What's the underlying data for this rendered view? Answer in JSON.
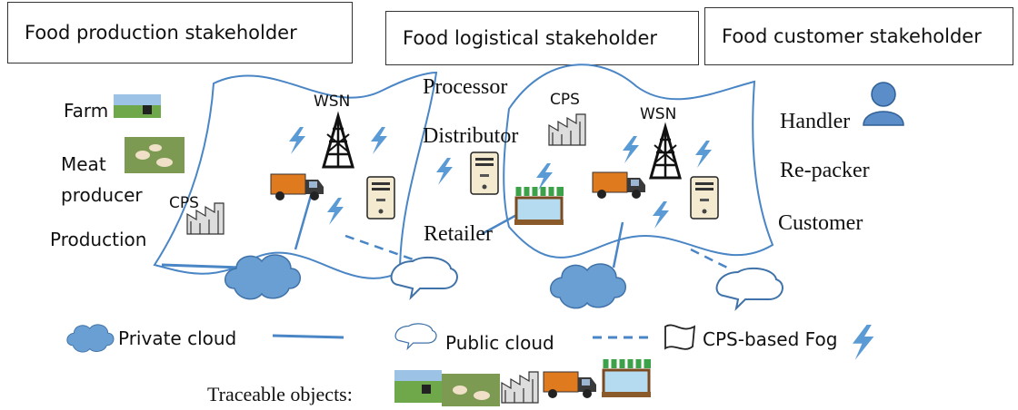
{
  "headers": {
    "production": "Food production stakeholder",
    "logistical": "Food logistical stakeholder",
    "customer": "Food customer stakeholder"
  },
  "left": {
    "farm": "Farm",
    "meat": "Meat",
    "producer": "producer",
    "cps": "CPS",
    "production": "Production",
    "wsn": "WSN"
  },
  "middle": {
    "processor": "Processor",
    "distributor": "Distributor",
    "retailer": "Retailer",
    "cps": "CPS",
    "wsn": "WSN"
  },
  "right": {
    "handler": "Handler",
    "repacker": "Re-packer",
    "customer": "Customer"
  },
  "legend": {
    "private_cloud": "Private cloud",
    "public_cloud": "Public cloud",
    "fog": "CPS-based Fog",
    "traceable": "Traceable objects:"
  },
  "colors": {
    "line": "#4a86c5",
    "cloud_fill": "#6a9fd4",
    "bolt": "#5b9bd5"
  }
}
